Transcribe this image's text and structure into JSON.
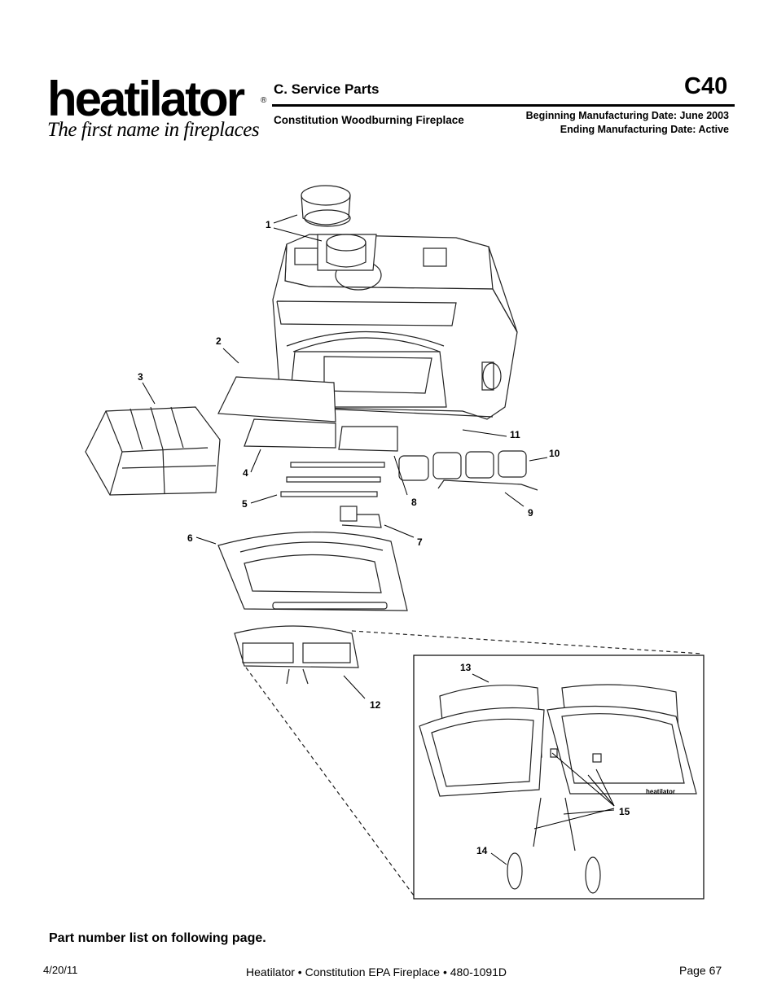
{
  "header": {
    "logo_text": "heatilator",
    "logo_reg": "®",
    "tagline": "The first name in fireplaces",
    "section_title": "C.   Service Parts",
    "page_code": "C40",
    "subtitle": "Constitution Woodburning Fireplace",
    "beginning_date": "Beginning Manufacturing Date:  June 2003",
    "ending_date": "Ending Manufacturing Date: Active"
  },
  "diagram": {
    "callouts": [
      "1",
      "2",
      "3",
      "4",
      "5",
      "6",
      "7",
      "8",
      "9",
      "10",
      "11",
      "12",
      "13",
      "14",
      "15"
    ],
    "insert_logo": "heatilator"
  },
  "note": "Part number list on following page.",
  "footer": {
    "date": "4/20/11",
    "center": "Heatilator • Constitution EPA Fireplace • 480-1091D",
    "page": "Page  67"
  }
}
